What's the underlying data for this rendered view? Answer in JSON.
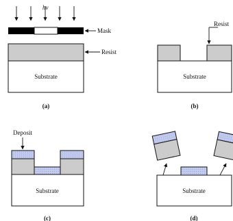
{
  "panel_a": {
    "light_label": "hν",
    "mask_label": "Mask",
    "resist_label": "Resist",
    "substrate_label": "Substrate",
    "caption": "(a)"
  },
  "panel_b": {
    "resist_label": "Resist",
    "substrate_label": "Substrate",
    "caption": "(b)"
  },
  "panel_c": {
    "deposit_label": "Deposit",
    "substrate_label": "Substrate",
    "caption": "(c)"
  },
  "panel_d": {
    "substrate_label": "Substrate",
    "caption": "(d)"
  },
  "colors": {
    "resist": "#cccccc",
    "deposit": "#bcc4e8",
    "mask": "#000000",
    "outline": "#111111",
    "substrate": "#ffffff"
  }
}
